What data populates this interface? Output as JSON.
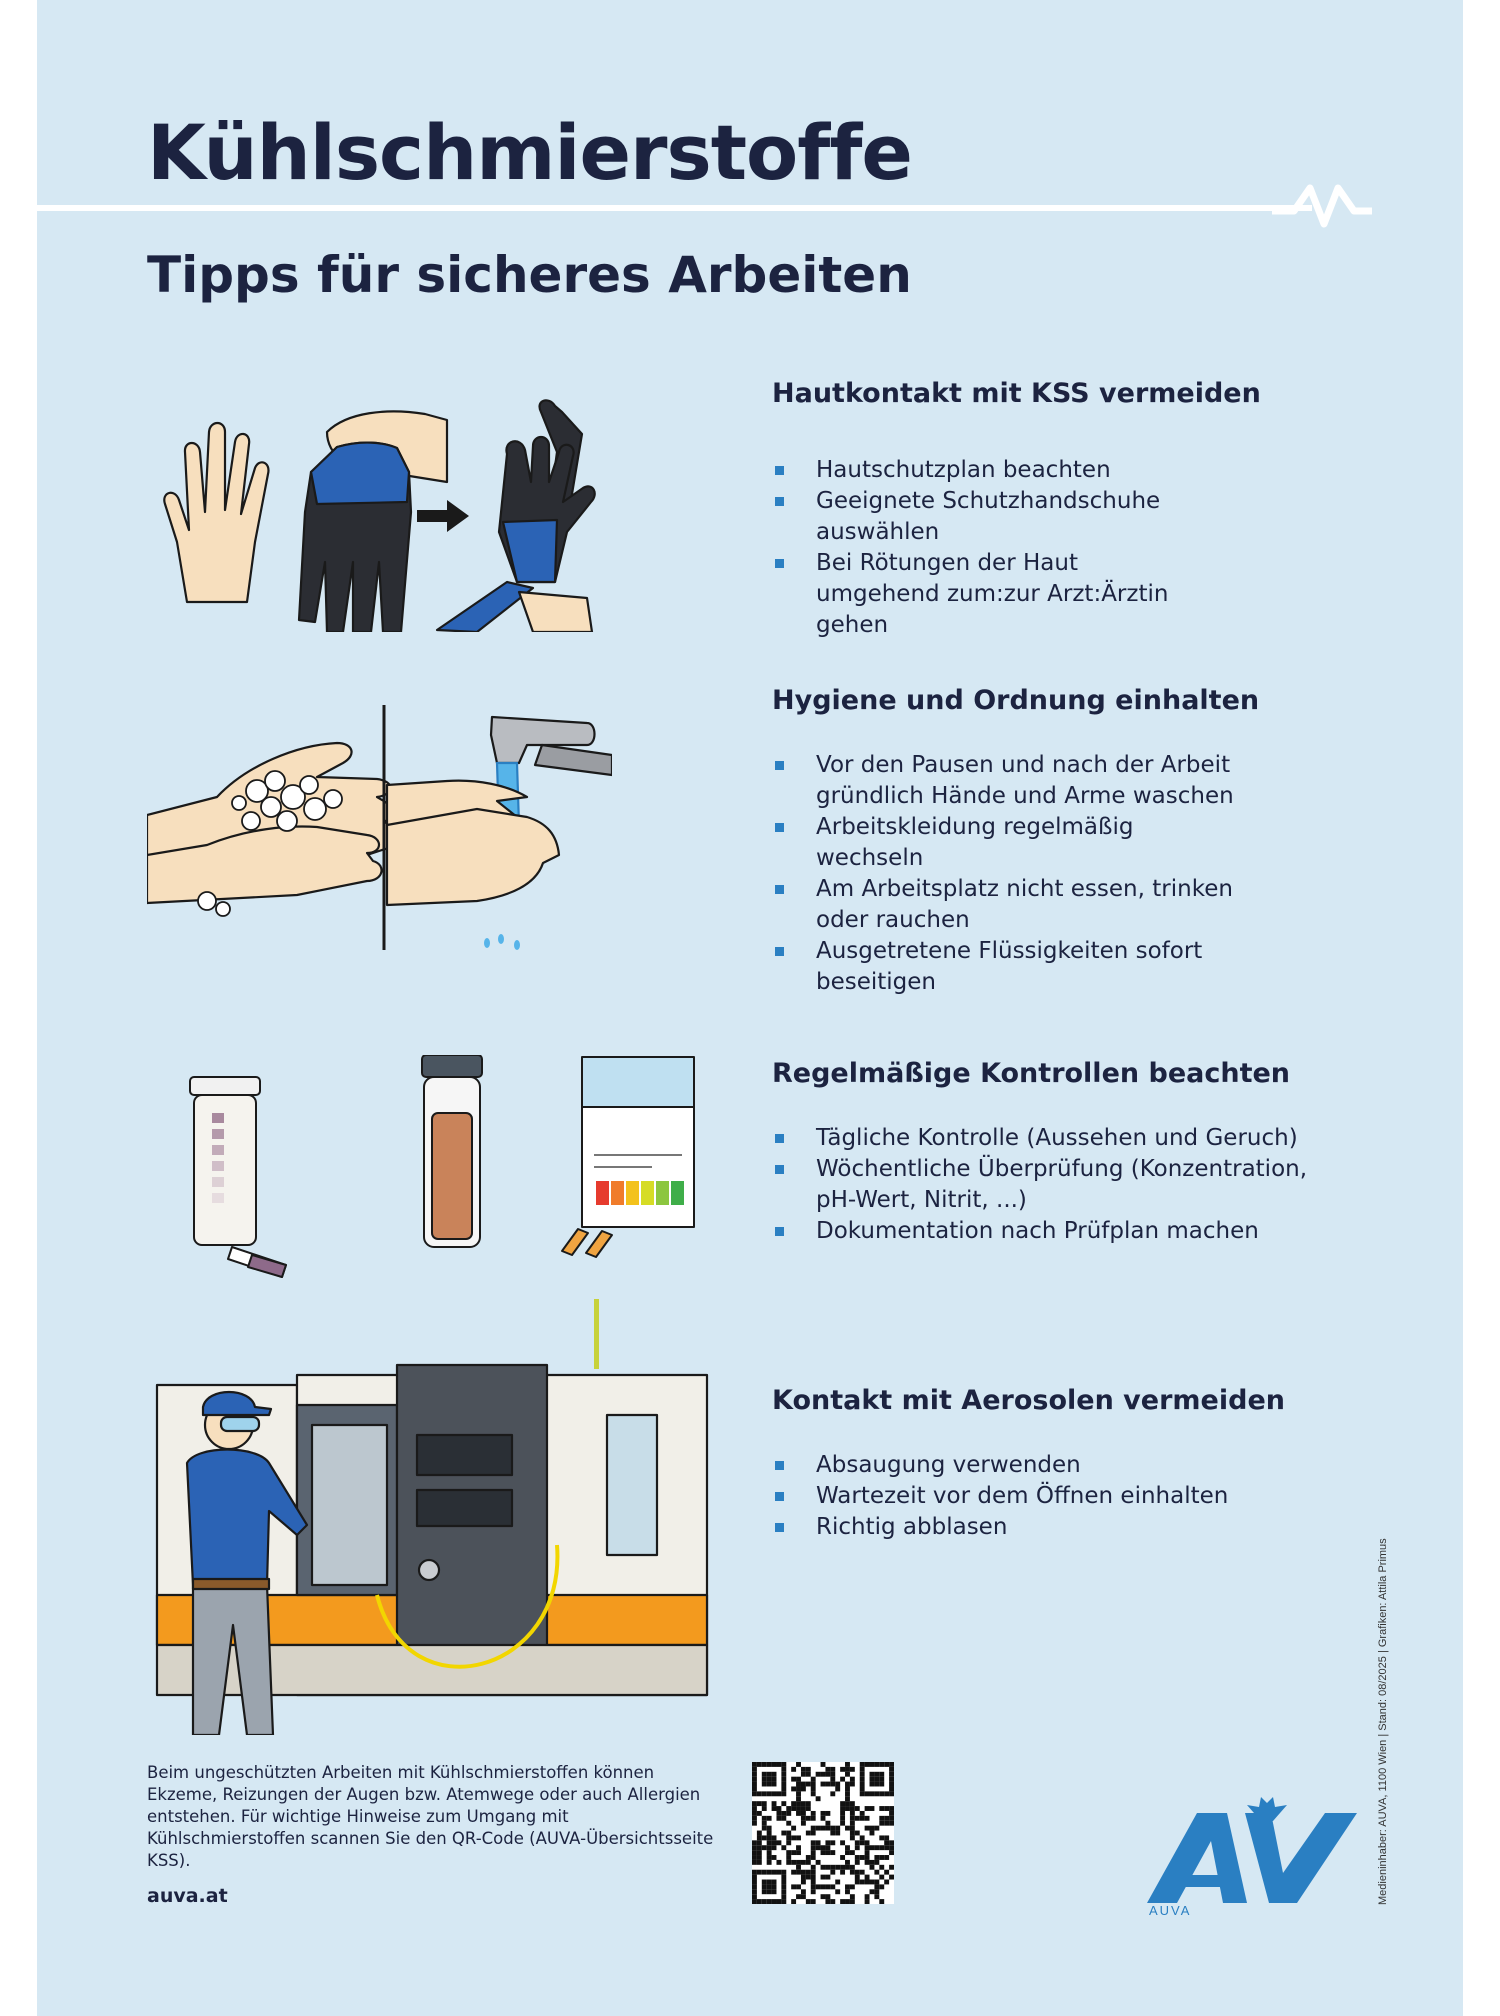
{
  "title": "Kühlschmierstoffe",
  "subtitle": "Tipps für sicheres Arbeiten",
  "sections": [
    {
      "heading": "Hautkontakt mit KSS vermeiden",
      "bullets": [
        "Hautschutzplan beachten",
        "Geeignete Schutzhandschuhe auswählen",
        "Bei Rötungen der Haut umgehend zum:zur Arzt:Ärztin gehen"
      ]
    },
    {
      "heading": "Hygiene und Ordnung einhalten",
      "bullets": [
        "Vor den Pausen und nach der Arbeit gründlich Hände und Arme waschen",
        "Arbeitskleidung regelmäßig wechseln",
        "Am Arbeitsplatz nicht essen, trinken oder rauchen",
        "Ausgetretene Flüssigkeiten sofort beseitigen"
      ]
    },
    {
      "heading": "Regelmäßige Kontrollen beachten",
      "bullets": [
        "Tägliche Kontrolle (Aussehen und Geruch)",
        "Wöchentliche Überprüfung (Konzentration, pH-Wert, Nitrit, ...)",
        "Dokumentation nach Prüfplan machen"
      ]
    },
    {
      "heading": "Kontakt mit Aerosolen vermeiden",
      "bullets": [
        "Absaugung verwenden",
        "Wartezeit vor dem Öffnen einhalten",
        "Richtig abblasen"
      ]
    }
  ],
  "footer": {
    "text": "Beim ungeschützten Arbeiten mit Kühlschmierstoffen können Ekzeme, Reizungen der Augen bzw. Atemwege oder auch Allergien entstehen. Für wichtige Hinweise zum Umgang mit Kühlschmierstoffen scannen Sie den QR-Code (AUVA-Übersichtsseite KSS).",
    "url": "auva.at"
  },
  "credits": "Medieninhaber: AUVA, 1100 Wien | Stand: 08/2025 | Grafiken: Attila Primus",
  "logo": {
    "wordmark": "AUVA",
    "color": "#2a7fc2"
  },
  "colors": {
    "background": "#d6e8f3",
    "text": "#1c2340",
    "accent": "#2a7fc2"
  },
  "icons": [
    "glove-illustration",
    "handwashing-illustration",
    "test-kit-illustration",
    "cnc-machine-illustration",
    "qr-code",
    "auva-logo",
    "eagle-icon"
  ]
}
